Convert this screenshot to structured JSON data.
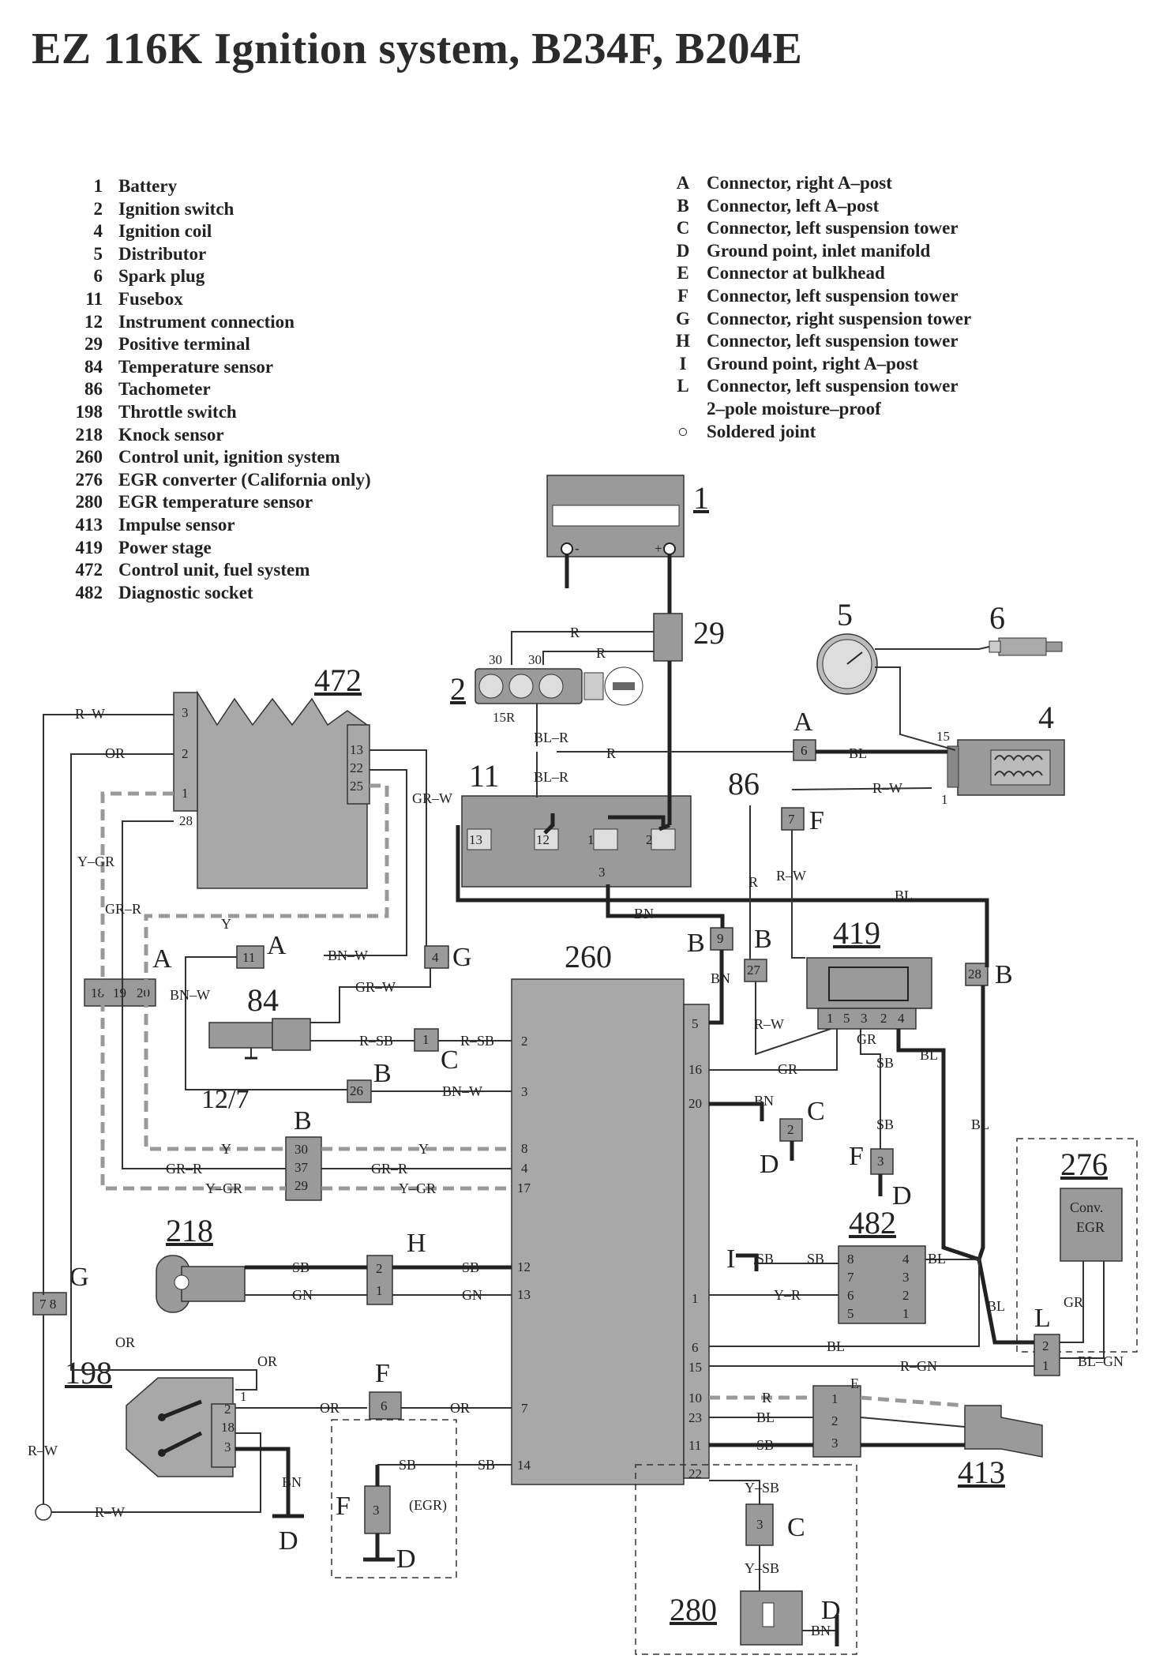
{
  "title": "EZ 116K Ignition system, B234F, B204E",
  "legend_components": [
    {
      "num": "1",
      "label": "Battery"
    },
    {
      "num": "2",
      "label": "Ignition switch"
    },
    {
      "num": "4",
      "label": "Ignition coil"
    },
    {
      "num": "5",
      "label": "Distributor"
    },
    {
      "num": "6",
      "label": "Spark plug"
    },
    {
      "num": "11",
      "label": "Fusebox"
    },
    {
      "num": "12",
      "label": "Instrument connection"
    },
    {
      "num": "29",
      "label": "Positive terminal"
    },
    {
      "num": "84",
      "label": "Temperature sensor"
    },
    {
      "num": "86",
      "label": "Tachometer"
    },
    {
      "num": "198",
      "label": "Throttle switch"
    },
    {
      "num": "218",
      "label": "Knock sensor"
    },
    {
      "num": "260",
      "label": "Control unit, ignition system"
    },
    {
      "num": "276",
      "label": "EGR converter (California only)"
    },
    {
      "num": "280",
      "label": "EGR temperature sensor"
    },
    {
      "num": "413",
      "label": "Impulse sensor"
    },
    {
      "num": "419",
      "label": "Power stage"
    },
    {
      "num": "472",
      "label": "Control unit, fuel system"
    },
    {
      "num": "482",
      "label": "Diagnostic socket"
    }
  ],
  "legend_connectors": [
    {
      "key": "A",
      "label": "Connector, right A–post"
    },
    {
      "key": "B",
      "label": "Connector, left A–post"
    },
    {
      "key": "C",
      "label": "Connector, left suspension tower"
    },
    {
      "key": "D",
      "label": "Ground point, inlet manifold"
    },
    {
      "key": "E",
      "label": "Connector at bulkhead"
    },
    {
      "key": "F",
      "label": "Connector, left suspension tower"
    },
    {
      "key": "G",
      "label": "Connector, right suspension tower"
    },
    {
      "key": "H",
      "label": "Connector, left suspension tower"
    },
    {
      "key": "I",
      "label": "Ground point, right A–post"
    },
    {
      "key": "L",
      "label": "Connector, left suspension tower"
    },
    {
      "key": "",
      "label": "2–pole moisture–proof"
    },
    {
      "key": "○",
      "label": "Soldered joint"
    }
  ],
  "components": {
    "battery": "1",
    "ign_switch": "2",
    "coil": "4",
    "distributor": "5",
    "plug": "6",
    "fusebox": "11",
    "instr": "12/7",
    "pos_term": "29",
    "temp": "84",
    "tacho": "86",
    "throttle": "198",
    "knock": "218",
    "cu_ign": "260",
    "egr_conv": "276",
    "egr_temp": "280",
    "impulse": "413",
    "power": "419",
    "cu_fuel": "472",
    "diag": "482",
    "egr_conv_text1": "Conv.",
    "egr_conv_text2": "EGR",
    "egr_note": "(EGR)"
  },
  "connector_letters": {
    "A": "A",
    "B": "B",
    "C": "C",
    "D": "D",
    "E": "E",
    "F": "F",
    "G": "G",
    "H": "H",
    "I": "I",
    "L": "L"
  },
  "wire_colors": {
    "R": "R",
    "RW": "R–W",
    "OR": "OR",
    "YGR": "Y–GR",
    "GRR": "GR–R",
    "Y": "Y",
    "BNW": "BN–W",
    "GRW": "GR–W",
    "RSB": "R–SB",
    "BLR": "BL–R",
    "BL": "BL",
    "BN": "BN",
    "SB": "SB",
    "GN": "GN",
    "GR": "GR",
    "YR": "Y–R",
    "RGN": "R–GN",
    "BLGN": "BL–GN",
    "YSB": "Y–SB"
  },
  "pins": {
    "p30": "30",
    "p15R": "15R",
    "p13": "13",
    "p12": "12",
    "p1": "1",
    "p2": "2",
    "p3": "3",
    "p22": "22",
    "p25": "25",
    "p28": "28",
    "p5": "5",
    "p4": "4",
    "p16": "16",
    "p20": "20",
    "p8": "8",
    "p17": "17",
    "p6": "6",
    "p15": "15",
    "p10": "10",
    "p23": "23",
    "p11": "11",
    "p14": "14",
    "p18": "18",
    "p19": "19",
    "p7": "7",
    "p9": "9",
    "p27": "27",
    "p26": "26",
    "p37": "37",
    "p29": "29",
    "p78": "7 8",
    "minus": "-",
    "plus": "+"
  }
}
